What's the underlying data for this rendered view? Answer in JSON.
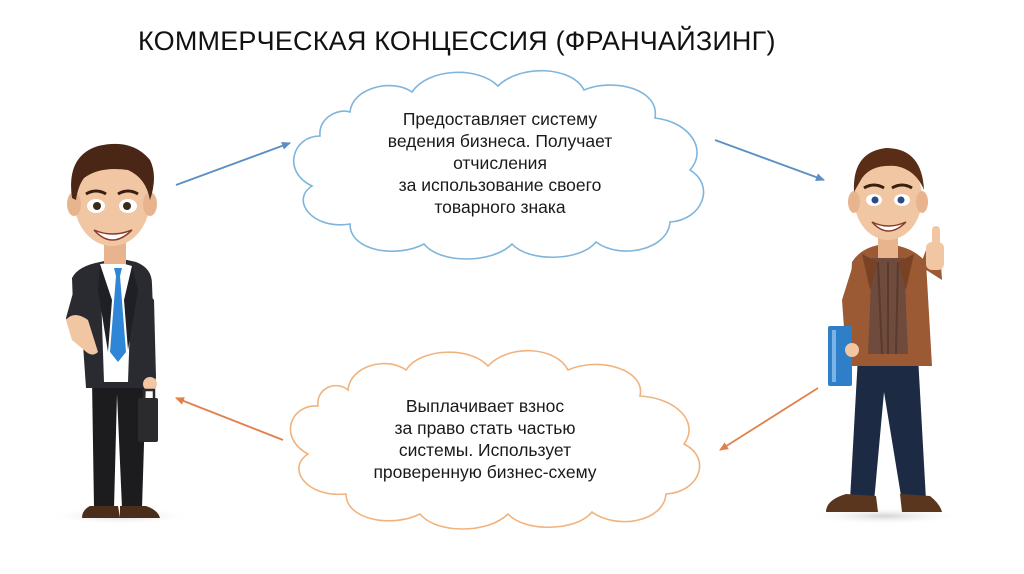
{
  "title": "КОММЕРЧЕСКАЯ КОНЦЕССИЯ (ФРАНЧАЙЗИНГ)",
  "top_cloud": {
    "lines": [
      "Предоставляет систему",
      "ведения бизнеса. Получает",
      "отчисления",
      "за использование своего",
      "товарного знака"
    ],
    "stroke_color": "#7fb5dc"
  },
  "bottom_cloud": {
    "lines": [
      "Выплачивает взнос",
      "за право стать частью",
      "системы. Использует",
      "проверенную бизнес-схему"
    ],
    "stroke_color": "#f0b37e"
  },
  "colors": {
    "blue_arrow": "#5b8ec4",
    "orange_arrow": "#e0804a"
  },
  "figures": {
    "left": "businessman-with-briefcase-illustration",
    "right": "man-thumbs-up-illustration"
  }
}
